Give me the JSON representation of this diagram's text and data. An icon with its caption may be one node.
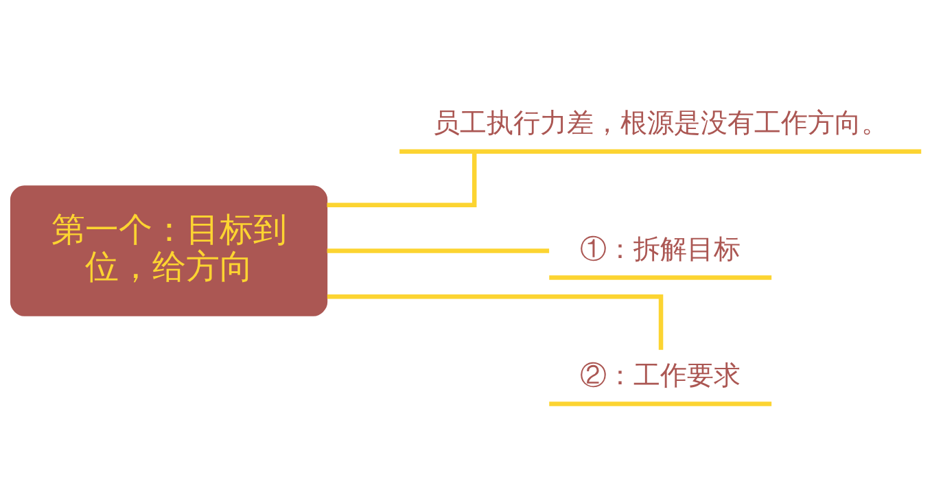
{
  "diagram": {
    "nodes": [
      {
        "text": [
          "第一个：目标到位，给方向"
        ]
      },
      {
        "text": [
          "员工执行力差，根源是没有工作方向。"
        ]
      },
      {
        "text": [
          "①：拆解目标"
        ]
      },
      {
        "text": [
          "②：工作要求"
        ]
      }
    ],
    "edges": [
      {
        "from": 0,
        "to": 1,
        "arrow": "none"
      },
      {
        "from": 0,
        "to": 2,
        "arrow": "none"
      },
      {
        "from": 0,
        "to": 3,
        "arrow": "none"
      }
    ]
  }
}
